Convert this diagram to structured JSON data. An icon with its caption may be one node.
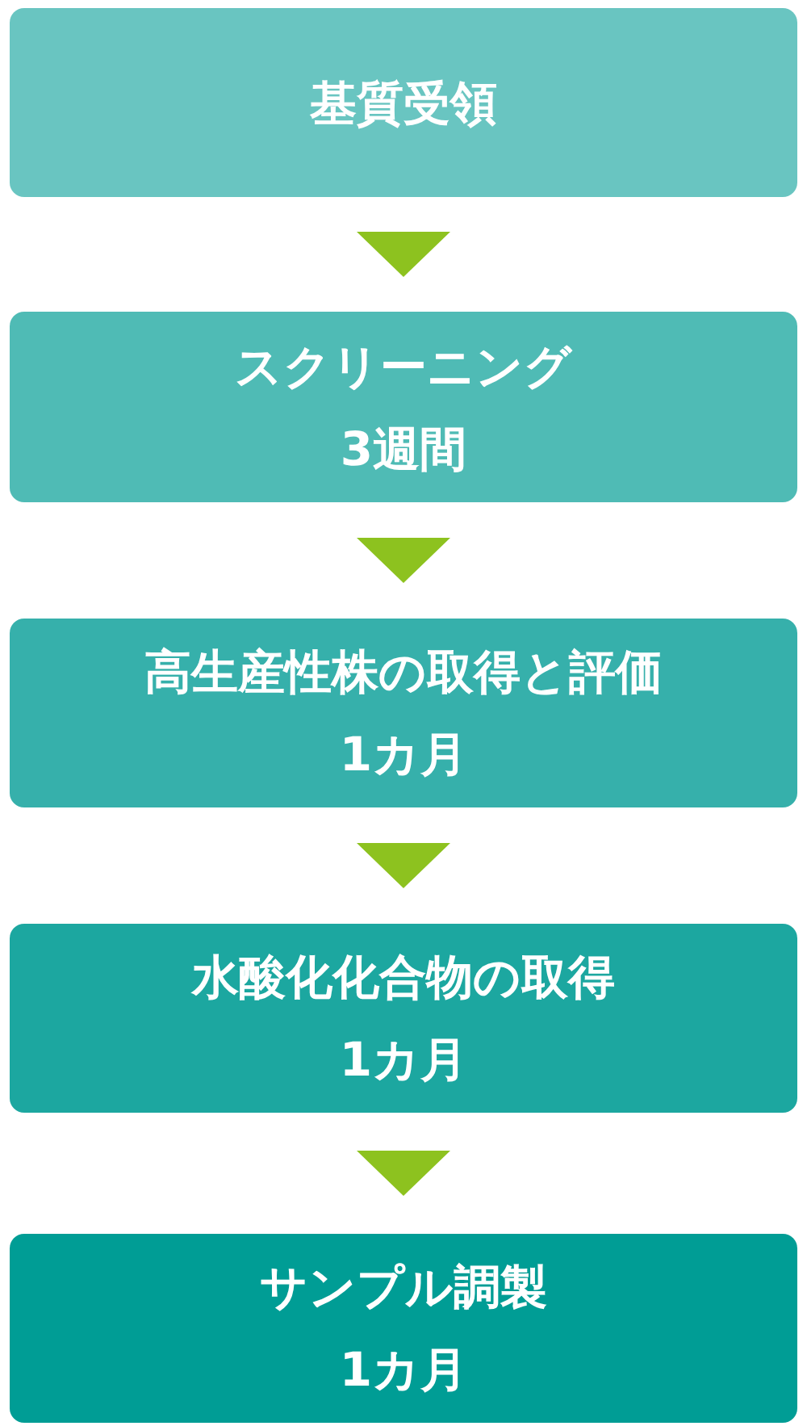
{
  "diagram": {
    "nodes": [
      {
        "text": [
          "基質受領"
        ]
      },
      {
        "text": [
          "スクリーニング",
          "3週間"
        ]
      },
      {
        "text": [
          "高生産性株の取得と評価",
          "1カ月"
        ]
      },
      {
        "text": [
          "水酸化化合物の取得",
          "1カ月"
        ]
      },
      {
        "text": [
          "サンプル調製",
          "1カ月"
        ]
      }
    ],
    "edges": [
      {
        "from": 0,
        "to": 1,
        "arrow": "to"
      },
      {
        "from": 1,
        "to": 2,
        "arrow": "to"
      },
      {
        "from": 2,
        "to": 3,
        "arrow": "to"
      },
      {
        "from": 3,
        "to": 4,
        "arrow": "to"
      }
    ]
  }
}
